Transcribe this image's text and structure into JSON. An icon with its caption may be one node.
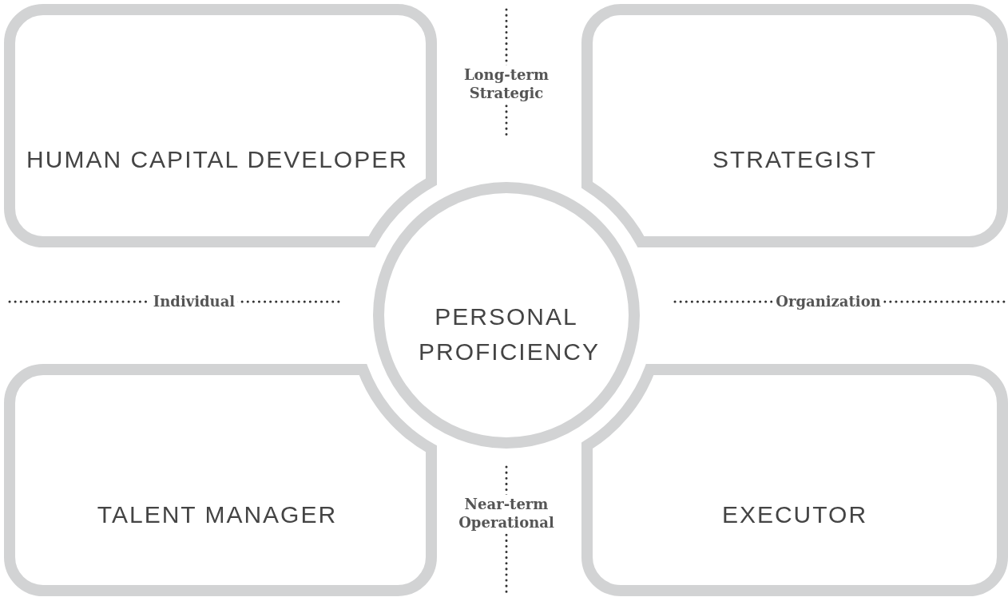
{
  "diagram": {
    "nodes": [
      {
        "text": [
          "HUMAN CAPITAL DEVELOPER"
        ]
      },
      {
        "text": [
          "STRATEGIST"
        ]
      },
      {
        "text": [
          "PERSONAL PROFICIENCY"
        ]
      },
      {
        "text": [
          "TALENT MANAGER"
        ]
      },
      {
        "text": [
          "EXECUTOR"
        ]
      }
    ],
    "edges": [],
    "labels": [
      "Long-term Strategic",
      "Individual",
      "Organization",
      "Near-term Operational"
    ]
  }
}
